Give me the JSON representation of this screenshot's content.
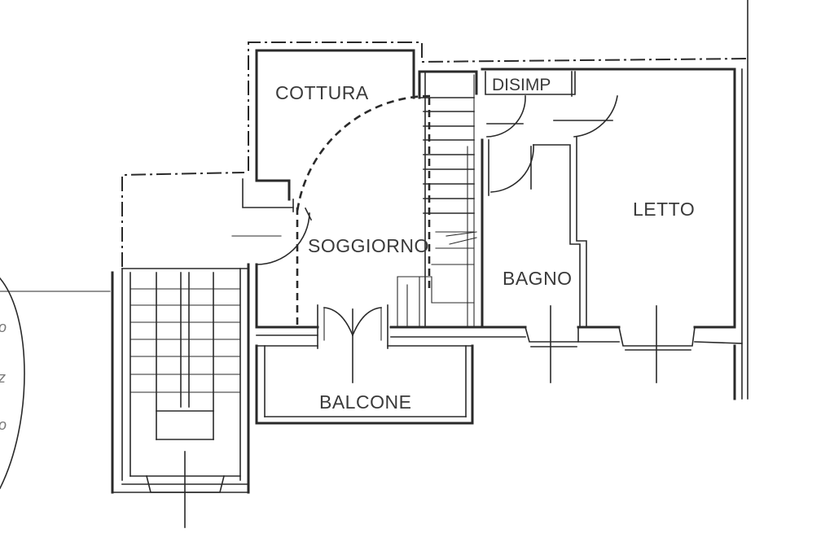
{
  "rooms": {
    "cottura": "COTTURA",
    "disimpegno": "DISIMP",
    "letto": "LETTO",
    "soggiorno": "SOGGIORNO",
    "bagno": "BAGNO",
    "balcone": "BALCONE"
  },
  "edge_fragments": [
    "o",
    "z",
    "o"
  ],
  "colors": {
    "line": "#2a2a2a",
    "text": "#3a3a3a",
    "background": "#ffffff"
  }
}
